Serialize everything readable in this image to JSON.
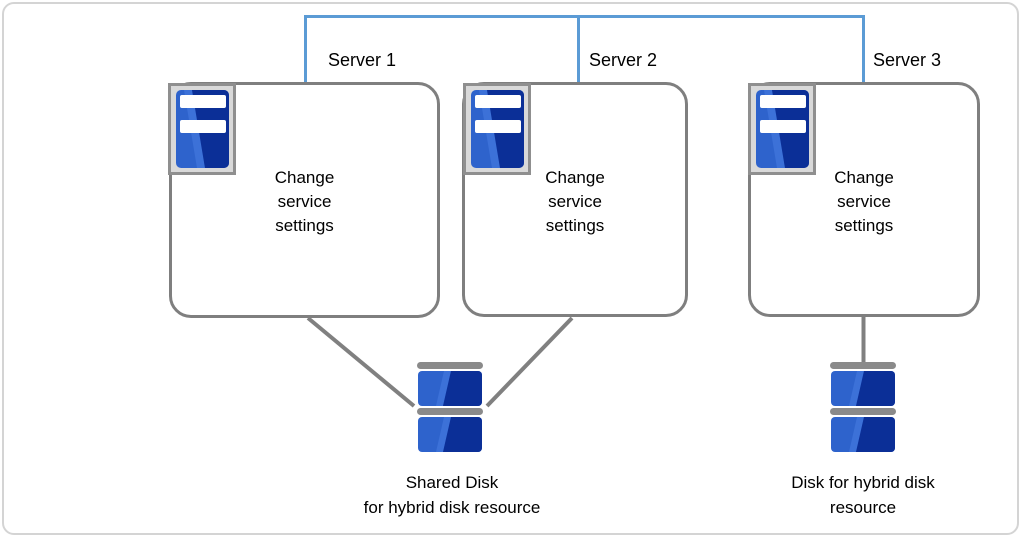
{
  "colors": {
    "connector_blue": "#5B9BD5",
    "line_gray": "#808080",
    "box_border_gray": "#7F7F7F",
    "icon_frame_gray": "#8F8F8F",
    "icon_frame_fill": "#D9D9D9",
    "icon_blue": "#2E63CC",
    "icon_blue_dark": "#0B2F97",
    "icon_blue_light": "#3C71D8",
    "bar_gray": "#8A8A8A",
    "frame_gray": "#D4D4D4",
    "text_color": "#000000",
    "background": "#FFFFFF"
  },
  "servers": [
    {
      "label": "Server 1",
      "box_text": "Change\nservice\nsettings"
    },
    {
      "label": "Server 2",
      "box_text": "Change\nservice\nsettings"
    },
    {
      "label": "Server 3",
      "box_text": "Change\nservice\nsettings"
    }
  ],
  "disks": [
    {
      "label": "Shared Disk\nfor hybrid disk resource"
    },
    {
      "label": "Disk for hybrid disk\nresource"
    }
  ]
}
